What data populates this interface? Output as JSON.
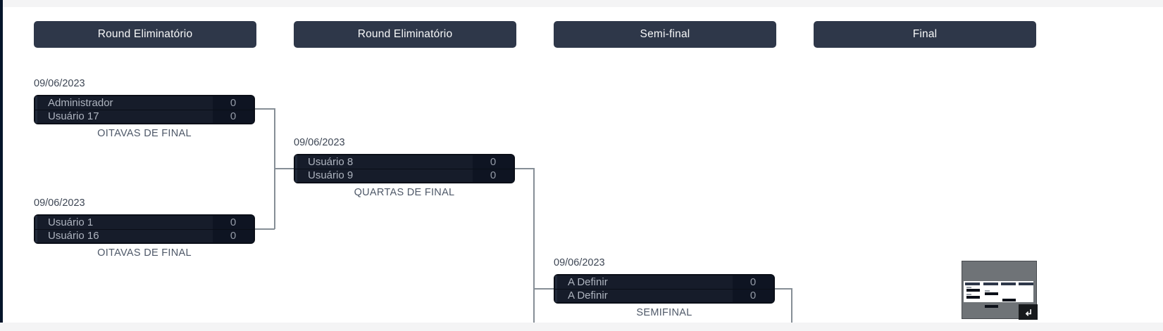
{
  "rounds": [
    {
      "label": "Round Eliminatório"
    },
    {
      "label": "Round Eliminatório"
    },
    {
      "label": "Semi-final"
    },
    {
      "label": "Final"
    }
  ],
  "matches": [
    {
      "date": "09/06/2023",
      "stage": "OITAVAS DE FINAL",
      "teams": [
        {
          "name": "Administrador",
          "score": "0"
        },
        {
          "name": "Usuário 17",
          "score": "0"
        }
      ]
    },
    {
      "date": "09/06/2023",
      "stage": "OITAVAS DE FINAL",
      "teams": [
        {
          "name": "Usuário 1",
          "score": "0"
        },
        {
          "name": "Usuário 16",
          "score": "0"
        }
      ]
    },
    {
      "date": "09/06/2023",
      "stage": "QUARTAS DE FINAL",
      "teams": [
        {
          "name": "Usuário 8",
          "score": "0"
        },
        {
          "name": "Usuário 9",
          "score": "0"
        }
      ]
    },
    {
      "date": "09/06/2023",
      "stage": "SEMIFINAL",
      "teams": [
        {
          "name": "A Definir",
          "score": "0"
        },
        {
          "name": "A Definir",
          "score": "0"
        }
      ]
    }
  ],
  "minimap": {
    "toggle_icon": "return-arrow-icon"
  },
  "colors": {
    "header_bg": "#2e3749",
    "match_box_bg": "#0a0e17",
    "team_row_bg": "#161c2a",
    "score_cell_bg": "#0e1422",
    "connector_line": "#868e96",
    "frame_edge": "#05152a",
    "frame_strip": "#f4f4f5",
    "minimap_bg": "#6f7377"
  }
}
